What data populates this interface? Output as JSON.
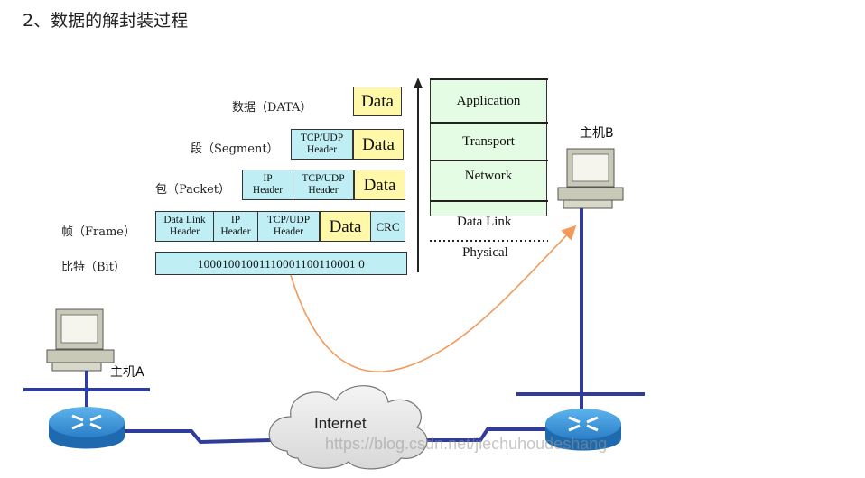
{
  "title": "2、数据的解封装过程",
  "levels": {
    "data": "数据（DATA）",
    "segment": "段（Segment）",
    "packet": "包（Packet）",
    "frame": "帧（Frame）",
    "bit": "比特（Bit）"
  },
  "cells": {
    "data": "Data",
    "tcp_udp_header": "TCP/UDP\nHeader",
    "ip_header": "IP\nHeader",
    "data_link_header": "Data Link\nHeader",
    "crc": "CRC",
    "bits": "10001001001110001100110001 0"
  },
  "osi": {
    "application": "Application",
    "transport": "Transport",
    "network": "Network",
    "data_link": "Data Link",
    "physical": "Physical"
  },
  "hosts": {
    "a": "主机A",
    "b": "主机B"
  },
  "internet": "Internet",
  "watermark": "https://blog.csdn.net/jiechuhoudeshang",
  "colors": {
    "header_fill": "#bfeff5",
    "data_fill": "#fff8a8",
    "layer_fill": "#e4fbe4",
    "router_blue": "#2b7fc8",
    "line_blue": "#2f3c9a",
    "arrow_orange": "#f39a5a"
  }
}
